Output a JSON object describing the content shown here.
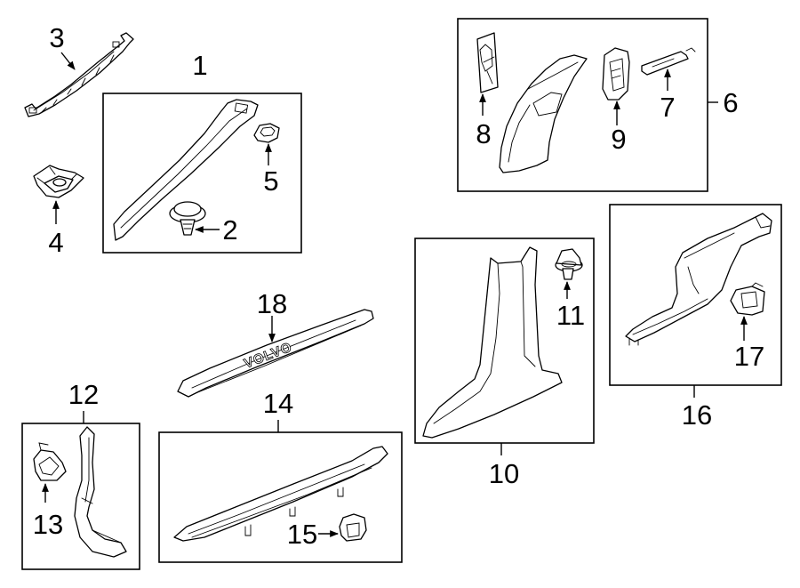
{
  "diagram": {
    "callouts": [
      "1",
      "2",
      "3",
      "4",
      "5",
      "6",
      "7",
      "8",
      "9",
      "10",
      "11",
      "12",
      "13",
      "14",
      "15",
      "16",
      "17",
      "18"
    ],
    "sill_plate_badge": "VOLVO"
  },
  "colors": {
    "line": "#000000",
    "background": "#ffffff"
  }
}
